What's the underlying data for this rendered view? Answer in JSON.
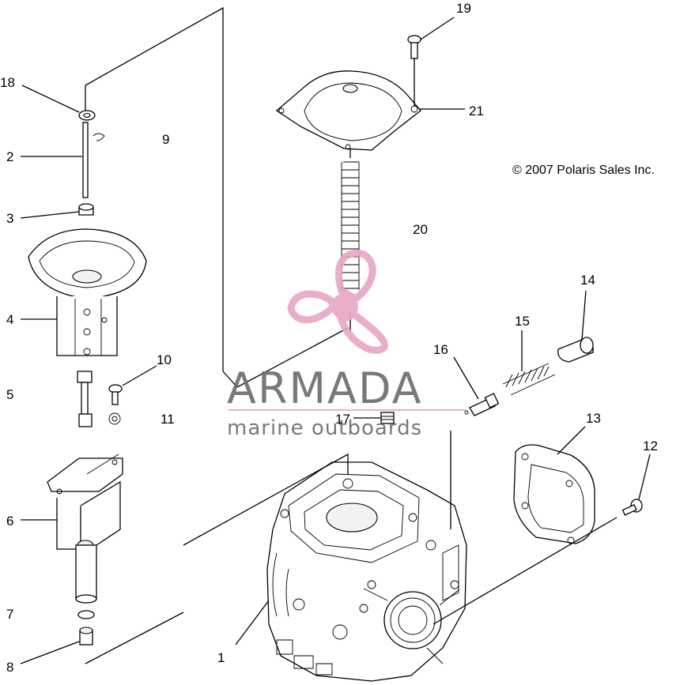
{
  "copyright": "© 2007 Polaris Sales Inc.",
  "watermark": {
    "title": "ARMADA",
    "subtitle": "marine outboards",
    "accent_color": "#e8a6c8",
    "text_color": "#6b6b6b"
  },
  "callouts": {
    "c1": "1",
    "c2": "2",
    "c3": "3",
    "c4": "4",
    "c5": "5",
    "c6": "6",
    "c7": "7",
    "c8": "8",
    "c9": "9",
    "c10": "10",
    "c11": "11",
    "c12": "12",
    "c13": "13",
    "c14": "14",
    "c15": "15",
    "c16": "16",
    "c17": "17",
    "c18": "18",
    "c19": "19",
    "c20": "20",
    "c21": "21"
  }
}
